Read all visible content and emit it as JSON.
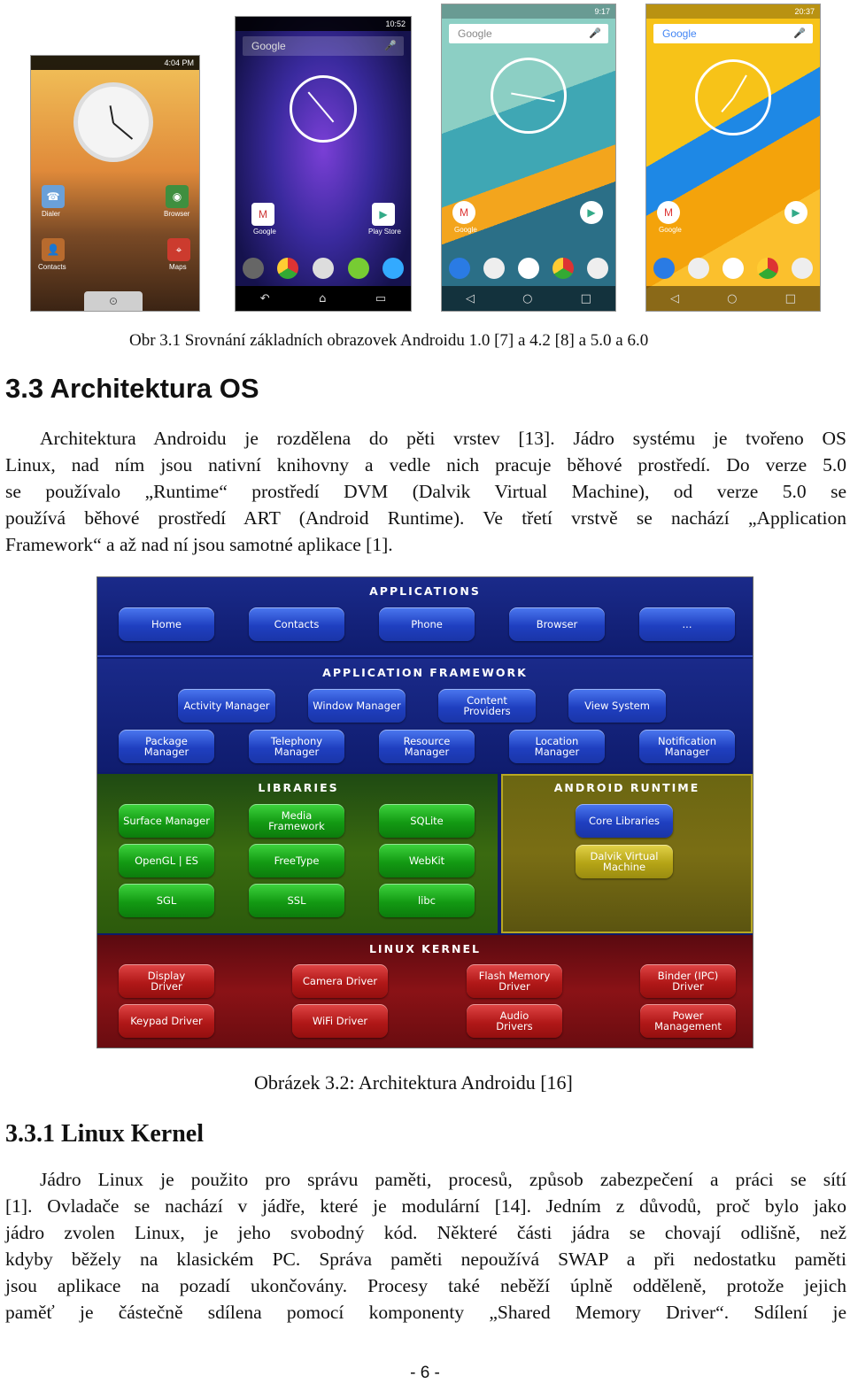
{
  "phones": [
    {
      "name": "android-1-0",
      "time": "4:04 PM",
      "apps": [
        "Dialer",
        "Browser",
        "Contacts",
        "Maps"
      ]
    },
    {
      "name": "android-4-2",
      "time": "10:52",
      "search": "Google",
      "apps": [
        "Google",
        "Play Store"
      ]
    },
    {
      "name": "android-5-0",
      "time": "9:17",
      "search": "Google",
      "apps": [
        "Google"
      ]
    },
    {
      "name": "android-6-0",
      "time": "20:37",
      "search": "Google",
      "apps": [
        "Google"
      ]
    }
  ],
  "figure1_caption": "Obr 3.1 Srovnání základních obrazovek Androidu 1.0 [7] a 4.2 [8] a 5.0 a 6.0",
  "section_title": "3.3 Architektura OS",
  "para1_lines": [
    "Architektura Androidu je rozdělena do pěti vrstev [13]. Jádro systému je tvořeno OS",
    "Linux, nad ním jsou nativní knihovny a vedle nich pracuje běhové prostředí. Do verze 5.0",
    "se používalo „Runtime“ prostředí  DVM (Dalvik Virtual Machine), od verze 5.0 se",
    "používá běhové prostředí ART (Android Runtime). Ve třetí vrstvě se nachází „Application",
    "Framework“ a až nad ní jsou samotné aplikace [1]."
  ],
  "diagram": {
    "applications": {
      "title": "APPLICATIONS",
      "items": [
        "Home",
        "Contacts",
        "Phone",
        "Browser",
        "..."
      ]
    },
    "framework": {
      "title": "APPLICATION FRAMEWORK",
      "row1": [
        "Activity Manager",
        "Window Manager",
        "Content Providers",
        "View System"
      ],
      "row2": [
        "Package Manager",
        "Telephony Manager",
        "Resource Manager",
        "Location Manager",
        "Notification Manager"
      ]
    },
    "libraries": {
      "title": "LIBRARIES",
      "items": [
        "Surface Manager",
        "Media Framework",
        "SQLite",
        "OpenGL | ES",
        "FreeType",
        "WebKit",
        "SGL",
        "SSL",
        "libc"
      ]
    },
    "runtime": {
      "title": "ANDROID RUNTIME",
      "items": [
        "Core Libraries",
        "Dalvik Virtual Machine"
      ]
    },
    "kernel": {
      "title": "LINUX KERNEL",
      "items": [
        "Display Driver",
        "Camera Driver",
        "Flash Memory Driver",
        "Binder (IPC) Driver",
        "Keypad Driver",
        "WiFi Driver",
        "Audio Drivers",
        "Power Management"
      ]
    },
    "colors": {
      "blue": "#1f3fc0",
      "green": "#139a13",
      "yellow": "#b5a416",
      "red": "#b11818"
    }
  },
  "figure2_caption": "Obrázek 3.2: Architektura Androidu [16]",
  "subsection_title": "3.3.1 Linux Kernel",
  "para2_lines": [
    "Jádro Linux je použito pro správu paměti, procesů, způsob zabezpečení a práci se sítí",
    "[1]. Ovladače se nachází v jádře, které je modulární [14]. Jedním z důvodů, proč bylo jako",
    "jádro zvolen Linux, je jeho svobodný kód. Některé části jádra se chovají odlišně, než",
    "kdyby běžely na klasickém PC. Správa paměti nepoužívá SWAP a při nedostatku paměti",
    "jsou aplikace na pozadí ukončovány. Procesy také neběží úplně odděleně, protože jejich",
    "paměť je částečně sdílena pomocí komponenty „Shared Memory Driver“. Sdílení je"
  ],
  "page_number": "- 6 -"
}
